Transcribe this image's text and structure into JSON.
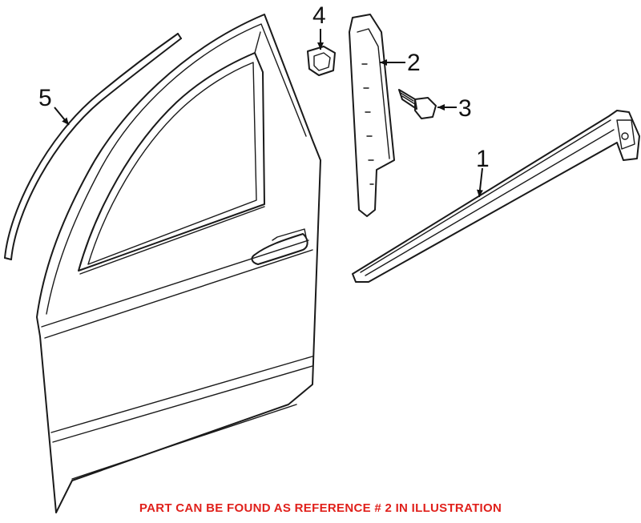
{
  "callouts": {
    "ref1": "1",
    "ref2": "2",
    "ref3": "3",
    "ref4": "4",
    "ref5": "5"
  },
  "notice": {
    "text": "PART CAN BE FOUND AS REFERENCE # 2 IN ILLUSTRATION",
    "color": "#e0201b"
  },
  "colors": {
    "line": "#1a1a1a",
    "background": "#ffffff"
  }
}
